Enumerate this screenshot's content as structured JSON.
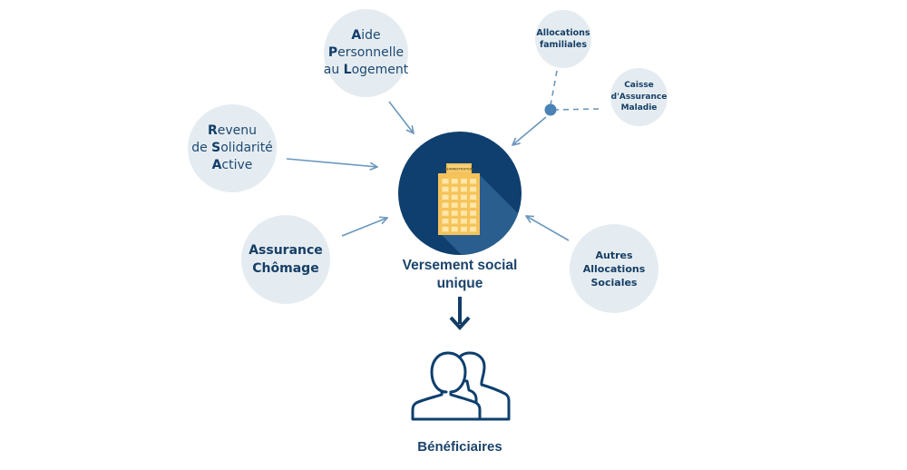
{
  "colors": {
    "navy": "#0e3f6e",
    "bubble_bg": "#e5ecf1",
    "arrow": "#6a97bd",
    "building": "#f5c35a",
    "text": "#1b446c"
  },
  "center": {
    "label_line1": "Versement social",
    "label_line2": "unique",
    "building_sign": "ADMINISTRATION",
    "icon": "building-icon"
  },
  "sources": {
    "apl": {
      "lines": [
        {
          "initial": "A",
          "rest": "ide"
        },
        {
          "initial": "P",
          "rest": "ersonnelle"
        },
        {
          "prefix": "au ",
          "initial": "L",
          "rest": "ogement"
        }
      ]
    },
    "rsa": {
      "lines": [
        {
          "initial": "R",
          "rest": "evenu"
        },
        {
          "prefix": "de ",
          "initial": "S",
          "rest": "olidarité"
        },
        {
          "initial": "A",
          "rest": "ctive"
        }
      ]
    },
    "chomage": {
      "line1": "Assurance",
      "line2": "Chômage"
    },
    "caf": {
      "line1": "Allocations",
      "line2": "familiales"
    },
    "cpam": {
      "line1": "Caisse",
      "line2": "d'Assurance",
      "line3": "Maladie"
    },
    "autres": {
      "line1": "Autres",
      "line2": "Allocations",
      "line3": "Sociales"
    }
  },
  "beneficiaires": {
    "label": "Bénéficiaires",
    "icon": "people-icon"
  }
}
